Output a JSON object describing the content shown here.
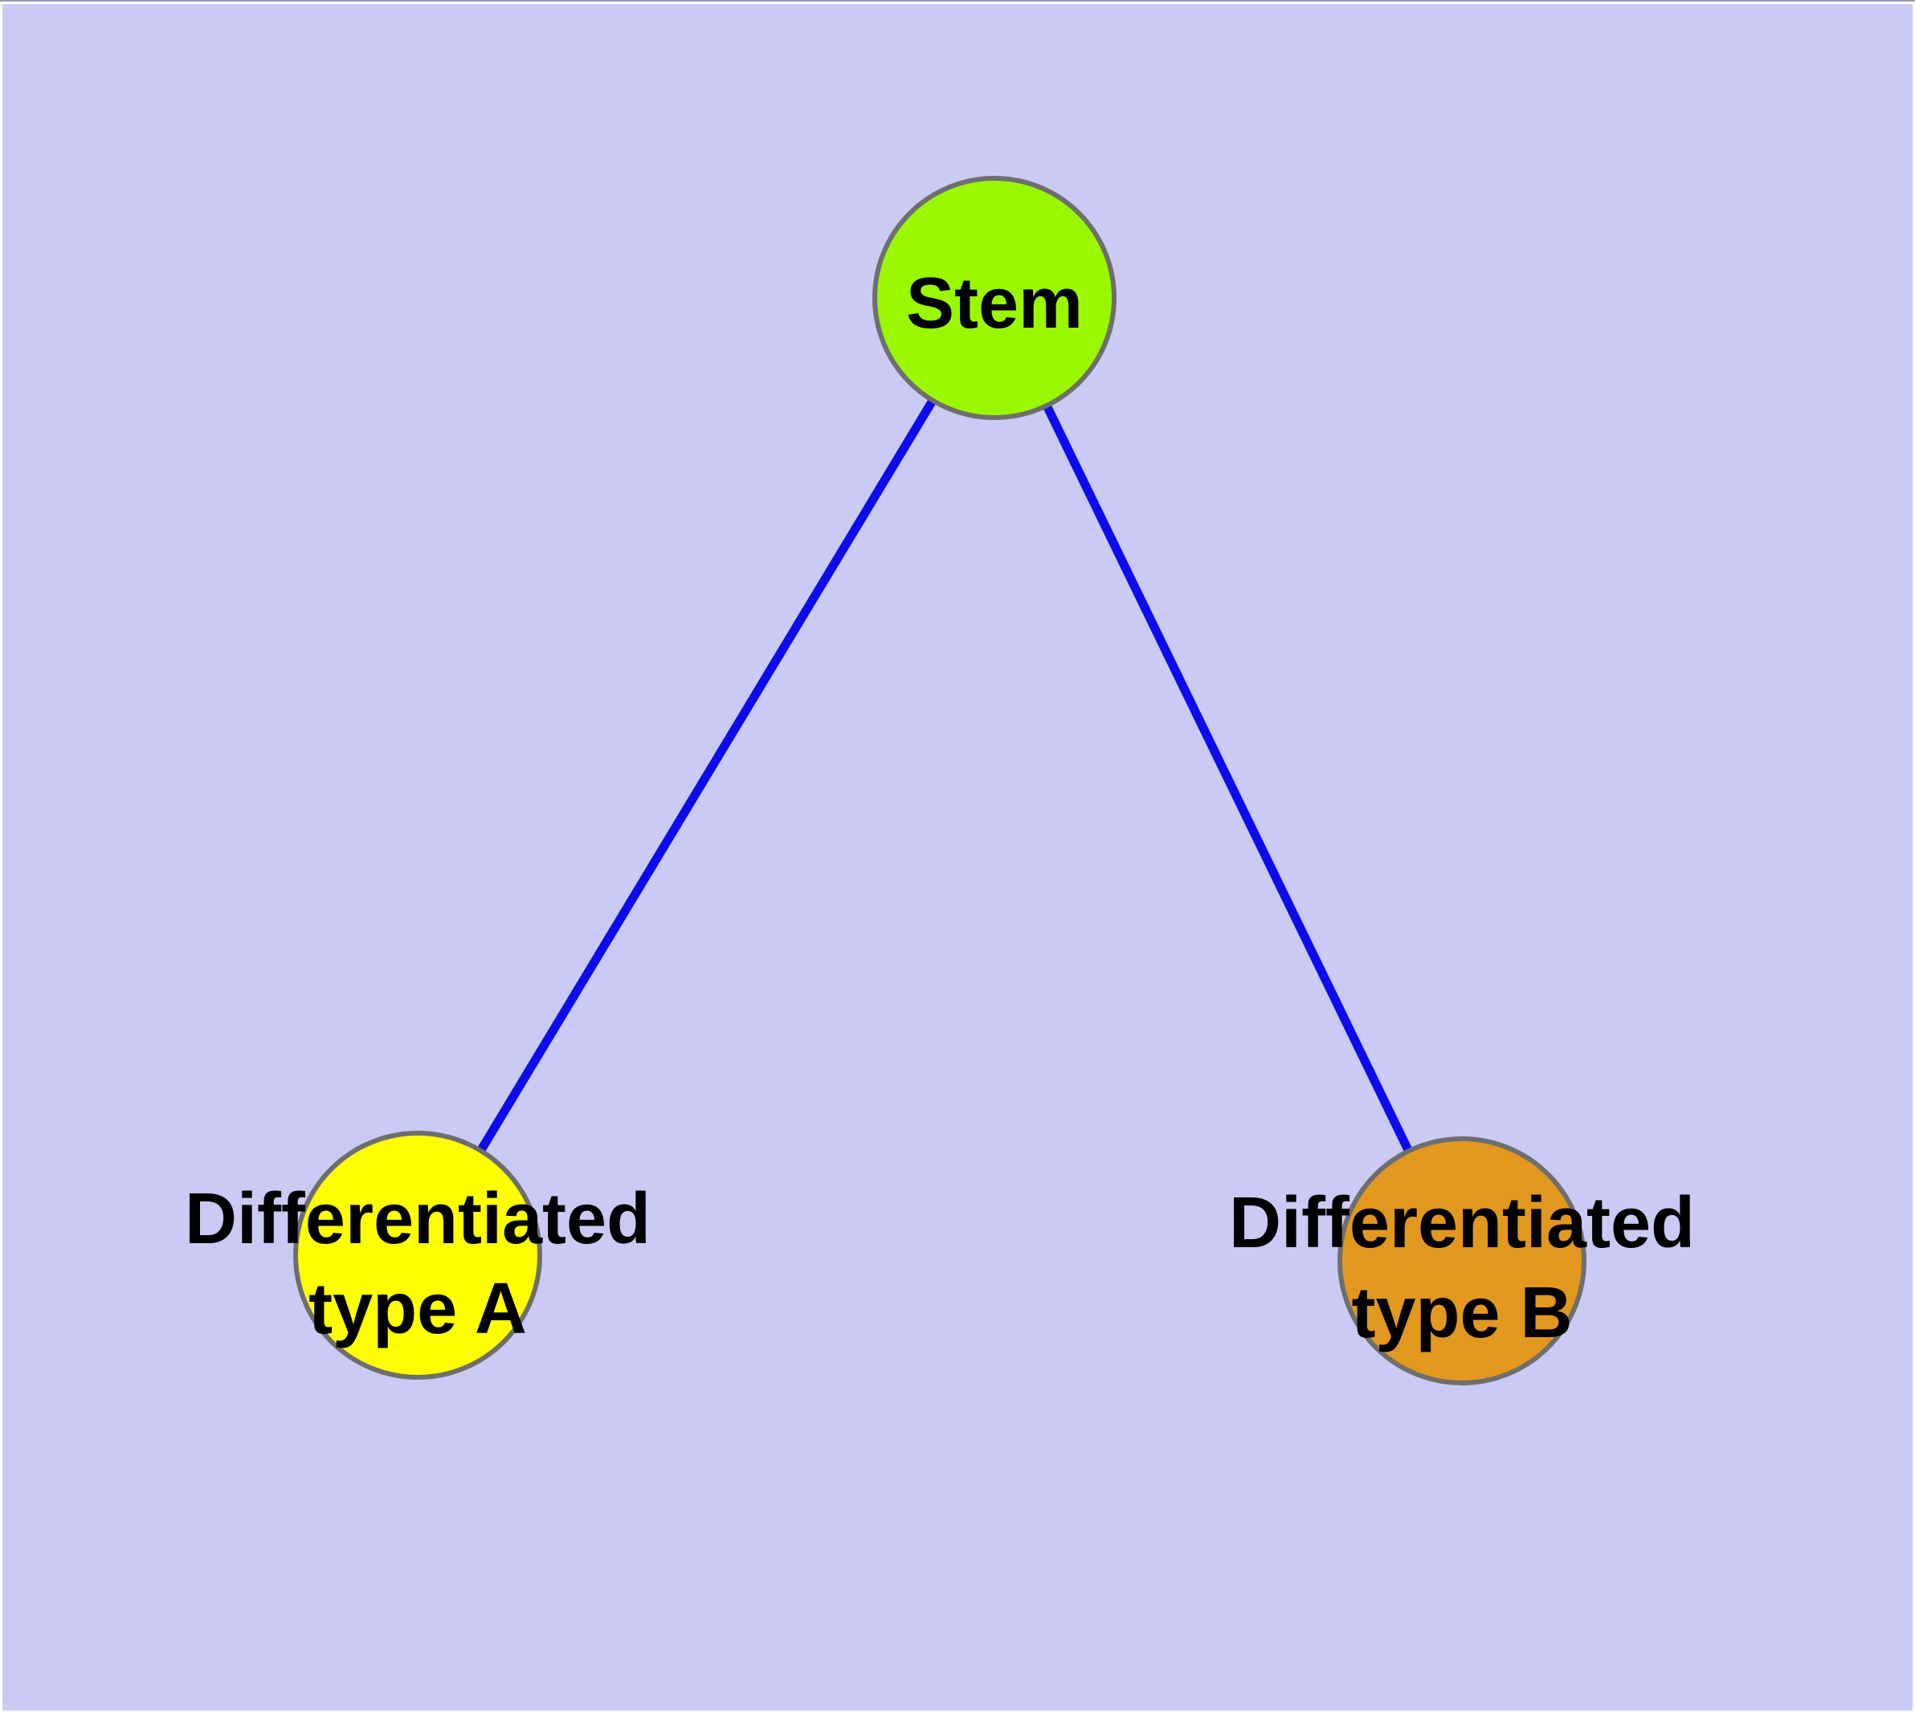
{
  "diagram": {
    "background_color": "#cacaf5",
    "edge_color": "#0b0bee",
    "node_border_color": "#6e6e6e",
    "label_color": "#000000",
    "nodes": [
      {
        "id": "stem",
        "label": "Stem",
        "label_line1": "Stem",
        "label_line2": "",
        "fill": "#9af700"
      },
      {
        "id": "differentiated-type-a",
        "label": "Differentiated type A",
        "label_line1": "Differentiated",
        "label_line2": "type A",
        "fill": "#ffff00"
      },
      {
        "id": "differentiated-type-b",
        "label": "Differentiated type B",
        "label_line1": "Differentiated",
        "label_line2": "type B",
        "fill": "#e2981e"
      }
    ],
    "edges": [
      {
        "from": "Stem",
        "to": "Differentiated type A"
      },
      {
        "from": "Stem",
        "to": "Differentiated type B"
      }
    ]
  }
}
